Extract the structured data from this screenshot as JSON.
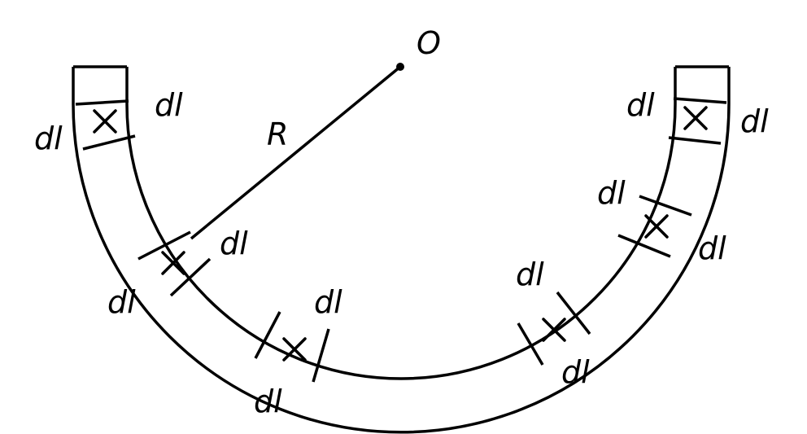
{
  "diagram": {
    "center_label": "O",
    "radius_label": "R",
    "element_label": "dl",
    "element_marker": "cross-icon",
    "stroke_color": "#000000",
    "background_color": "#ffffff"
  }
}
